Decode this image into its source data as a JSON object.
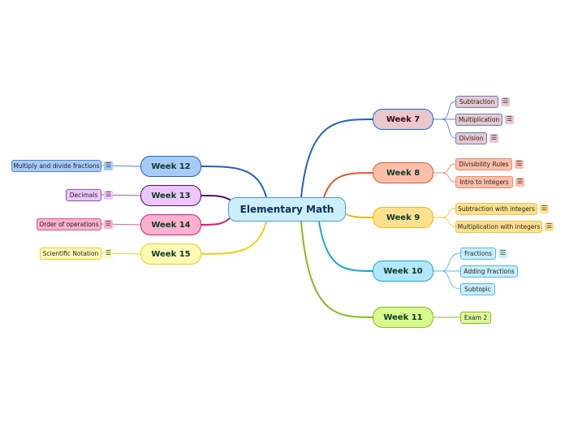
{
  "central": {
    "label": "Elementary Math"
  },
  "weeks": [
    {
      "id": "w7",
      "label": "Week 7",
      "color": "#1f63c6",
      "fill": "#e8c7cd",
      "border": "#1f63c6",
      "text": "#3b0a14"
    },
    {
      "id": "w8",
      "label": "Week 8",
      "color": "#e2582b",
      "fill": "#fbbfab",
      "border": "#e2582b",
      "text": "#0b3a25"
    },
    {
      "id": "w9",
      "label": "Week 9",
      "color": "#f1b712",
      "fill": "#fde08e",
      "border": "#f1b712",
      "text": "#0b3a25"
    },
    {
      "id": "w10",
      "label": "Week 10",
      "color": "#13a8e2",
      "fill": "#b3e6f8",
      "border": "#13a8e2",
      "text": "#0b3a25"
    },
    {
      "id": "w11",
      "label": "Week 11",
      "color": "#84bc1d",
      "fill": "#d9f88f",
      "border": "#84bc1d",
      "text": "#0b3a25"
    },
    {
      "id": "w12",
      "label": "Week 12",
      "color": "#1f63c6",
      "fill": "#a6cbf7",
      "border": "#1f63c6",
      "text": "#0b3a25"
    },
    {
      "id": "w13",
      "label": "Week 13",
      "color": "#4b0e6e",
      "fill": "#ecc6fa",
      "border": "#4b0e6e",
      "text": "#0b3a25"
    },
    {
      "id": "w14",
      "label": "Week 14",
      "color": "#e2166f",
      "fill": "#f9b1cf",
      "border": "#e2166f",
      "text": "#0b3a25"
    },
    {
      "id": "w15",
      "label": "Week 15",
      "color": "#e8d313",
      "fill": "#fdf9b7",
      "border": "#e8d313",
      "text": "#0b3a25"
    }
  ],
  "subtopics": {
    "w7": [
      {
        "label": "Subtraction",
        "note": true,
        "fill": "#e8c7cd",
        "border": "#5a84d0"
      },
      {
        "label": "Multiplication",
        "note": true,
        "fill": "#e8c7cd",
        "border": "#5a84d0"
      },
      {
        "label": "Division",
        "note": true,
        "fill": "#e8c7cd",
        "border": "#5a84d0"
      }
    ],
    "w8": [
      {
        "label": "Divisibility Rules",
        "note": true,
        "fill": "#fbbfab",
        "border": "#f08a6a"
      },
      {
        "label": "Intro to Integers",
        "note": true,
        "fill": "#fbbfab",
        "border": "#f08a6a"
      }
    ],
    "w9": [
      {
        "label": "Subtraction with integers",
        "note": true,
        "fill": "#fde08e",
        "border": "#f1c64a"
      },
      {
        "label": "Multiplication with integers",
        "note": true,
        "fill": "#fde08e",
        "border": "#f1c64a"
      }
    ],
    "w10": [
      {
        "label": "Fractions",
        "note": true,
        "fill": "#c7edfa",
        "border": "#55bde8"
      },
      {
        "label": "Adding Fractions",
        "note": false,
        "fill": "#c7edfa",
        "border": "#55bde8"
      },
      {
        "label": "Subtopic",
        "note": false,
        "fill": "#c7edfa",
        "border": "#55bde8"
      }
    ],
    "w11": [
      {
        "label": "Exam 2",
        "note": false,
        "fill": "#dcf89a",
        "border": "#84bc1d"
      }
    ],
    "w12": [
      {
        "label": "Multiply and divide fractions",
        "note": true,
        "fill": "#a6cbf7",
        "border": "#4a85d6"
      }
    ],
    "w13": [
      {
        "label": "Decimals",
        "note": true,
        "fill": "#ecc6fa",
        "border": "#8d56b5"
      }
    ],
    "w14": [
      {
        "label": "Order of operations",
        "note": true,
        "fill": "#f9b1cf",
        "border": "#e2568f"
      }
    ],
    "w15": [
      {
        "label": "Scientific Notation",
        "note": true,
        "fill": "#fdf9b7",
        "border": "#e8d313"
      }
    ]
  },
  "note_icon": {
    "name": "note-icon",
    "glyph": "☰"
  }
}
